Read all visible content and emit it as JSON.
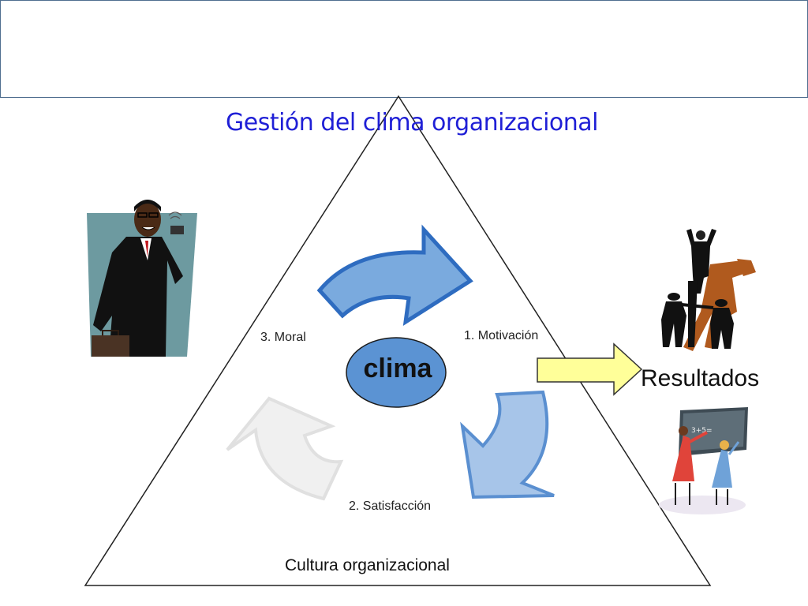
{
  "slide": {
    "title": "Gestión del clima organizacional",
    "center_label": "clima",
    "labels": {
      "motivation": "1. Motivación",
      "satisfaction": "2. Satisfacción",
      "moral": "3. Moral",
      "base": "Cultura organizacional",
      "results": "Resultados"
    }
  },
  "colors": {
    "title": "#1f1fd6",
    "clima_fill": "#5b93d3",
    "arrow_top": "#7aaade",
    "arrow_right": "#a7c5e9",
    "arrow_left": "#f0f0f0",
    "result_arrow": "#ffff99"
  }
}
